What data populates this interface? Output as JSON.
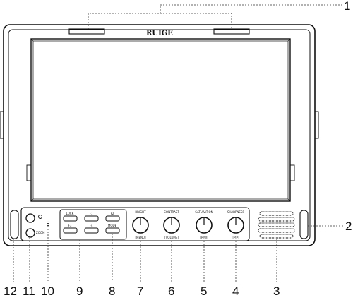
{
  "brand": "RUIGE",
  "buttons": [
    "LOCK",
    "F1",
    "F2",
    "F3",
    "F4",
    "MODE"
  ],
  "zoom_label": "ZOOM",
  "knobs": [
    {
      "top": "BRIGHT",
      "bottom": "[MENU]"
    },
    {
      "top": "CONTRAST",
      "bottom": "[VOLUME]"
    },
    {
      "top": "SATURATION",
      "bottom": "[R/W]"
    },
    {
      "top": "SHARPNESS",
      "bottom": "[PIP]"
    }
  ],
  "callouts": {
    "c1": "1",
    "c2": "2",
    "c3": "3",
    "c4": "4",
    "c5": "5",
    "c6": "6",
    "c7": "7",
    "c8": "8",
    "c9": "9",
    "c10": "10",
    "c11": "11",
    "c12": "12"
  }
}
